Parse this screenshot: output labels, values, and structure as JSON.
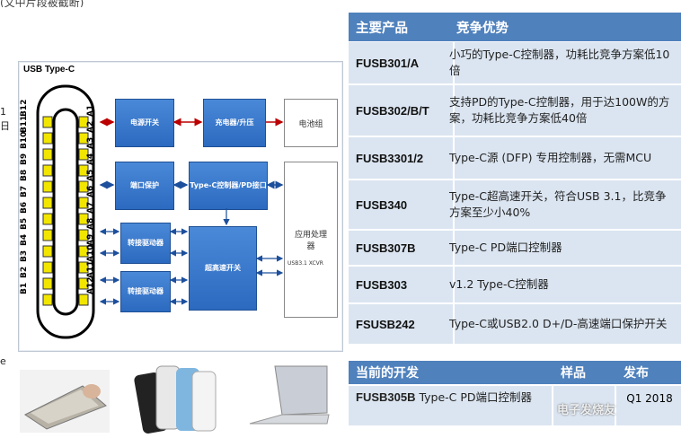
{
  "top_cut_text": "(文中片段被截断)",
  "left_cut_letters": [
    "1",
    "日",
    "e"
  ],
  "diagram": {
    "title": "USB Type-C",
    "pins_top": [
      "A1",
      "A2",
      "A3",
      "A4",
      "A5",
      "A6",
      "A7",
      "A8",
      "A9",
      "A10",
      "A11",
      "A12"
    ],
    "pins_bottom": [
      "B12",
      "B11",
      "B10",
      "B9",
      "B8",
      "B7",
      "B6",
      "B5",
      "B4",
      "B3",
      "B2",
      "B1"
    ],
    "blocks": {
      "power_switch": "电源开关",
      "charger": "充电器/升压",
      "battery": "电池组",
      "port_protect": "端口保护",
      "typec_ctrl": "Type-C控制器/PD接口",
      "app_processor": "应用处理器",
      "redriver1": "转接驱动器",
      "redriver2": "转接驱动器",
      "hs_switch": "超高速开关",
      "xcvr": "USB3.1 XCVR"
    }
  },
  "products_table": {
    "headers": [
      "主要产品",
      "竞争优势"
    ],
    "rows": [
      {
        "product": "FUSB301/A",
        "advantage": "小巧的Type-C控制器，功耗比竞争方案低10倍"
      },
      {
        "product": "FUSB302/B/T",
        "advantage": "支持PD的Type-C控制器，用于达100W的方案，功耗比竞争方案低40倍"
      },
      {
        "product": "FUSB3301/2",
        "advantage": "Type-C源 (DFP) 专用控制器，无需MCU"
      },
      {
        "product": "FUSB340",
        "advantage": "Type-C超高速开关，符合USB 3.1，比竞争方案至少小40%"
      },
      {
        "product": "FUSB307B",
        "advantage": "Type-C PD端口控制器"
      },
      {
        "product": "FUSB303",
        "advantage": "v1.2 Type-C控制器"
      },
      {
        "product": "FSUSB242",
        "advantage": "Type-C或USB2.0 D+/D-高速端口保护开关"
      }
    ]
  },
  "dev_table": {
    "headers": [
      "当前的开发",
      "样品",
      "发布"
    ],
    "row": {
      "product": "FUSB305B",
      "desc": "Type-C PD端口控制器",
      "sample": "",
      "release": "Q1 2018"
    }
  },
  "watermark": "电子发烧友",
  "colors": {
    "header_blue": "#4f81bd",
    "row_blue": "#dbe5f1",
    "block_blue": "#3a7bd5"
  },
  "photos": [
    "tablet-photo",
    "phones-photo",
    "laptop-photo"
  ]
}
